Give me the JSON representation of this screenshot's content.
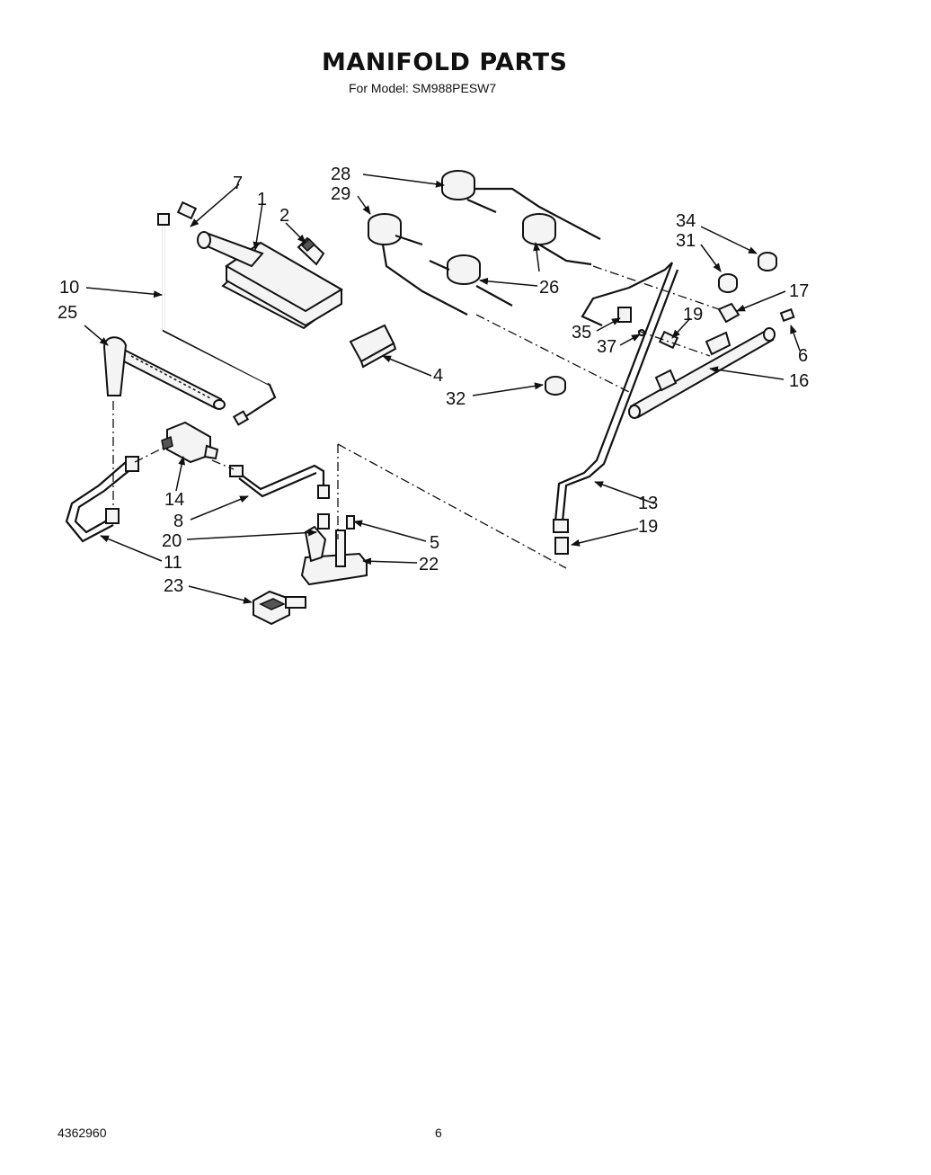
{
  "header": {
    "title": "MANIFOLD PARTS",
    "subtitle": "For Model: SM988PESW7"
  },
  "footer": {
    "doc_number": "4362960",
    "page_number": "6"
  },
  "callouts": {
    "c1": "1",
    "c2": "2",
    "c4": "4",
    "c5": "5",
    "c6": "6",
    "c7": "7",
    "c8": "8",
    "c10": "10",
    "c11": "11",
    "c13": "13",
    "c14": "14",
    "c16": "16",
    "c17": "17",
    "c19a": "19",
    "c19b": "19",
    "c20": "20",
    "c22": "22",
    "c23": "23",
    "c25": "25",
    "c26": "26",
    "c28": "28",
    "c29": "29",
    "c31": "31",
    "c32": "32",
    "c34": "34",
    "c35": "35",
    "c37": "37"
  }
}
